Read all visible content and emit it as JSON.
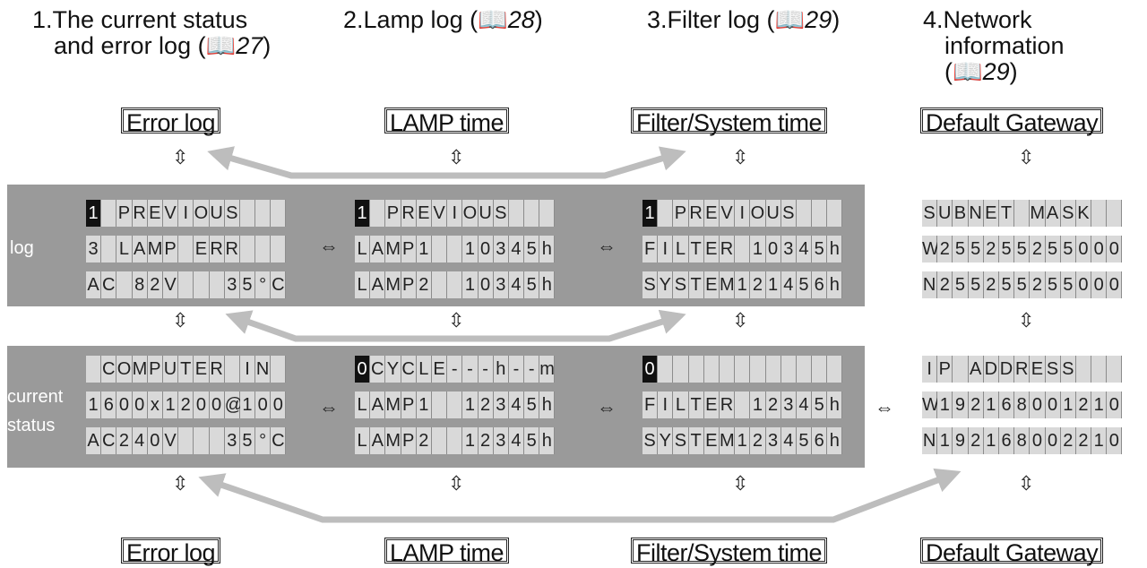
{
  "sections": [
    {
      "title_line1": "1.The current status",
      "title_line2": "and error log (",
      "ref": "27",
      "close": ")"
    },
    {
      "title_line1": "2.Lamp log (",
      "ref": "28",
      "close": ")"
    },
    {
      "title_line1": "3.Filter log (",
      "ref": "29",
      "close": ")"
    },
    {
      "title_line1": "4.Network",
      "title_line2": "information",
      "title_line3": "(",
      "ref": "29",
      "close": ")"
    }
  ],
  "box_labels": {
    "error_log": "Error log",
    "lamp_time": "LAMP time",
    "filter_system_time": "Filter/System time",
    "default_gateway": "Default Gateway"
  },
  "band_labels": {
    "log": "log",
    "current": "current",
    "status": "status"
  },
  "symbols": {
    "updown": "⇳",
    "leftright": "⇔",
    "book": "📖"
  },
  "colors": {
    "band": "#9a9a9a",
    "lcd_cell": "#d9d9d9",
    "arrow": "#bdbdbd",
    "book": "#0d6fd0"
  },
  "lcd": {
    "log_error": [
      [
        "1",
        " ",
        "P",
        "R",
        "E",
        "V",
        "I",
        "O",
        "U",
        "S",
        " ",
        " ",
        " "
      ],
      [
        "3",
        " ",
        "L",
        "A",
        "M",
        "P",
        " ",
        "E",
        "R",
        "R",
        " ",
        " ",
        " "
      ],
      [
        "A",
        "C",
        " ",
        "8",
        "2",
        "V",
        " ",
        " ",
        " ",
        "3",
        "5",
        "°",
        "C"
      ]
    ],
    "log_lamp": [
      [
        "1",
        " ",
        "P",
        "R",
        "E",
        "V",
        "I",
        "O",
        "U",
        "S",
        " ",
        " ",
        " "
      ],
      [
        "L",
        "A",
        "M",
        "P",
        "1",
        " ",
        " ",
        "1",
        "0",
        "3",
        "4",
        "5",
        "h"
      ],
      [
        "L",
        "A",
        "M",
        "P",
        "2",
        " ",
        " ",
        "1",
        "0",
        "3",
        "4",
        "5",
        "h"
      ]
    ],
    "log_filter": [
      [
        "1",
        " ",
        "P",
        "R",
        "E",
        "V",
        "I",
        "O",
        "U",
        "S",
        " ",
        " ",
        " "
      ],
      [
        "F",
        "I",
        "L",
        "T",
        "E",
        "R",
        " ",
        "1",
        "0",
        "3",
        "4",
        "5",
        "h"
      ],
      [
        "S",
        "Y",
        "S",
        "T",
        "E",
        "M",
        "1",
        "2",
        "1",
        "4",
        "5",
        "6",
        "h"
      ]
    ],
    "network_top": [
      [
        "S",
        "U",
        "B",
        "N",
        "E",
        "T",
        " ",
        "M",
        "A",
        "S",
        "K",
        " ",
        " "
      ],
      [
        "W",
        "2",
        "5",
        "5",
        "2",
        "5",
        "5",
        "2",
        "5",
        "5",
        "0",
        "0",
        "0"
      ],
      [
        "N",
        "2",
        "5",
        "5",
        "2",
        "5",
        "5",
        "2",
        "5",
        "5",
        "0",
        "0",
        "0"
      ]
    ],
    "status_error": [
      [
        " ",
        "C",
        "O",
        "M",
        "P",
        "U",
        "T",
        "E",
        "R",
        " ",
        "I",
        "N",
        " "
      ],
      [
        "1",
        "6",
        "0",
        "0",
        "x",
        "1",
        "2",
        "0",
        "0",
        "@",
        "1",
        "0",
        "0"
      ],
      [
        "A",
        "C",
        "2",
        "4",
        "0",
        "V",
        " ",
        " ",
        " ",
        "3",
        "5",
        "°",
        "C"
      ]
    ],
    "status_lamp": [
      [
        "0",
        "C",
        "Y",
        "C",
        "L",
        "E",
        "-",
        "-",
        "-",
        "h",
        "-",
        "-",
        "m"
      ],
      [
        "L",
        "A",
        "M",
        "P",
        "1",
        " ",
        " ",
        "1",
        "2",
        "3",
        "4",
        "5",
        "h"
      ],
      [
        "L",
        "A",
        "M",
        "P",
        "2",
        " ",
        " ",
        "1",
        "2",
        "3",
        "4",
        "5",
        "h"
      ]
    ],
    "status_filter": [
      [
        "0",
        " ",
        " ",
        " ",
        " ",
        " ",
        " ",
        " ",
        " ",
        " ",
        " ",
        " ",
        " "
      ],
      [
        "F",
        "I",
        "L",
        "T",
        "E",
        "R",
        " ",
        "1",
        "2",
        "3",
        "4",
        "5",
        "h"
      ],
      [
        "S",
        "Y",
        "S",
        "T",
        "E",
        "M",
        "1",
        "2",
        "3",
        "4",
        "5",
        "6",
        "h"
      ]
    ],
    "network_bottom": [
      [
        "I",
        "P",
        " ",
        "A",
        "D",
        "D",
        "R",
        "E",
        "S",
        "S",
        " ",
        " ",
        " "
      ],
      [
        "W",
        "1",
        "9",
        "2",
        "1",
        "6",
        "8",
        "0",
        "0",
        "1",
        "2",
        "1",
        "0"
      ],
      [
        "N",
        "1",
        "9",
        "2",
        "1",
        "6",
        "8",
        "0",
        "0",
        "2",
        "2",
        "1",
        "0"
      ]
    ]
  }
}
